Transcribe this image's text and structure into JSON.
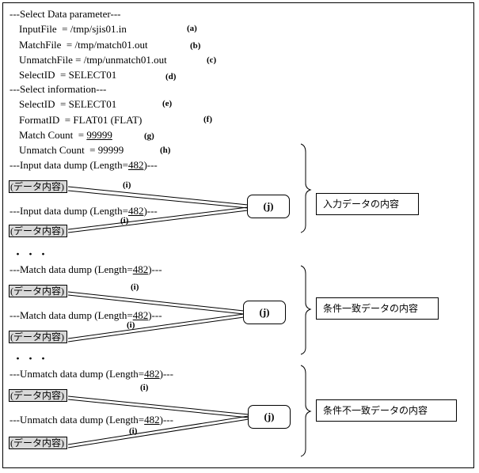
{
  "header": {
    "select_param": "---Select Data parameter---",
    "input_file": "InputFile  = /tmp/sjis01.in",
    "match_file": "MatchFile  = /tmp/match01.out",
    "unmatch_file": "UnmatchFile = /tmp/unmatch01.out",
    "select_id_1": "SelectID  = SELECT01",
    "select_info": "---Select information---",
    "select_id_2": "SelectID  = SELECT01",
    "format_id": "FormatID  = FLAT01 (FLAT)",
    "match_count_label": "Match Count  = ",
    "match_count_value": "99999",
    "unmatch_count": "Unmatch Count  = 99999"
  },
  "markers": {
    "a": "(a)",
    "b": "(b)",
    "c": "(c)",
    "d": "(d)",
    "e": "(e)",
    "f": "(f)",
    "g": "(g)",
    "h": "(h)",
    "i": "(i)",
    "j": "(j)"
  },
  "sections": [
    {
      "dump_prefix": "---Input data dump (Length=",
      "length": "482",
      "dump_suffix": ")---",
      "data_label": "(データ内容)",
      "description": "入力データの内容"
    },
    {
      "dump_prefix": "---Match data dump (Length=",
      "length": "482",
      "dump_suffix": ")---",
      "data_label": "(データ内容)",
      "description": "条件一致データの内容"
    },
    {
      "dump_prefix": "---Unmatch data dump (Length=",
      "length": "482",
      "dump_suffix": ")---",
      "data_label": "(データ内容)",
      "description": "条件不一致データの内容"
    }
  ],
  "ellipsis": "・・・"
}
